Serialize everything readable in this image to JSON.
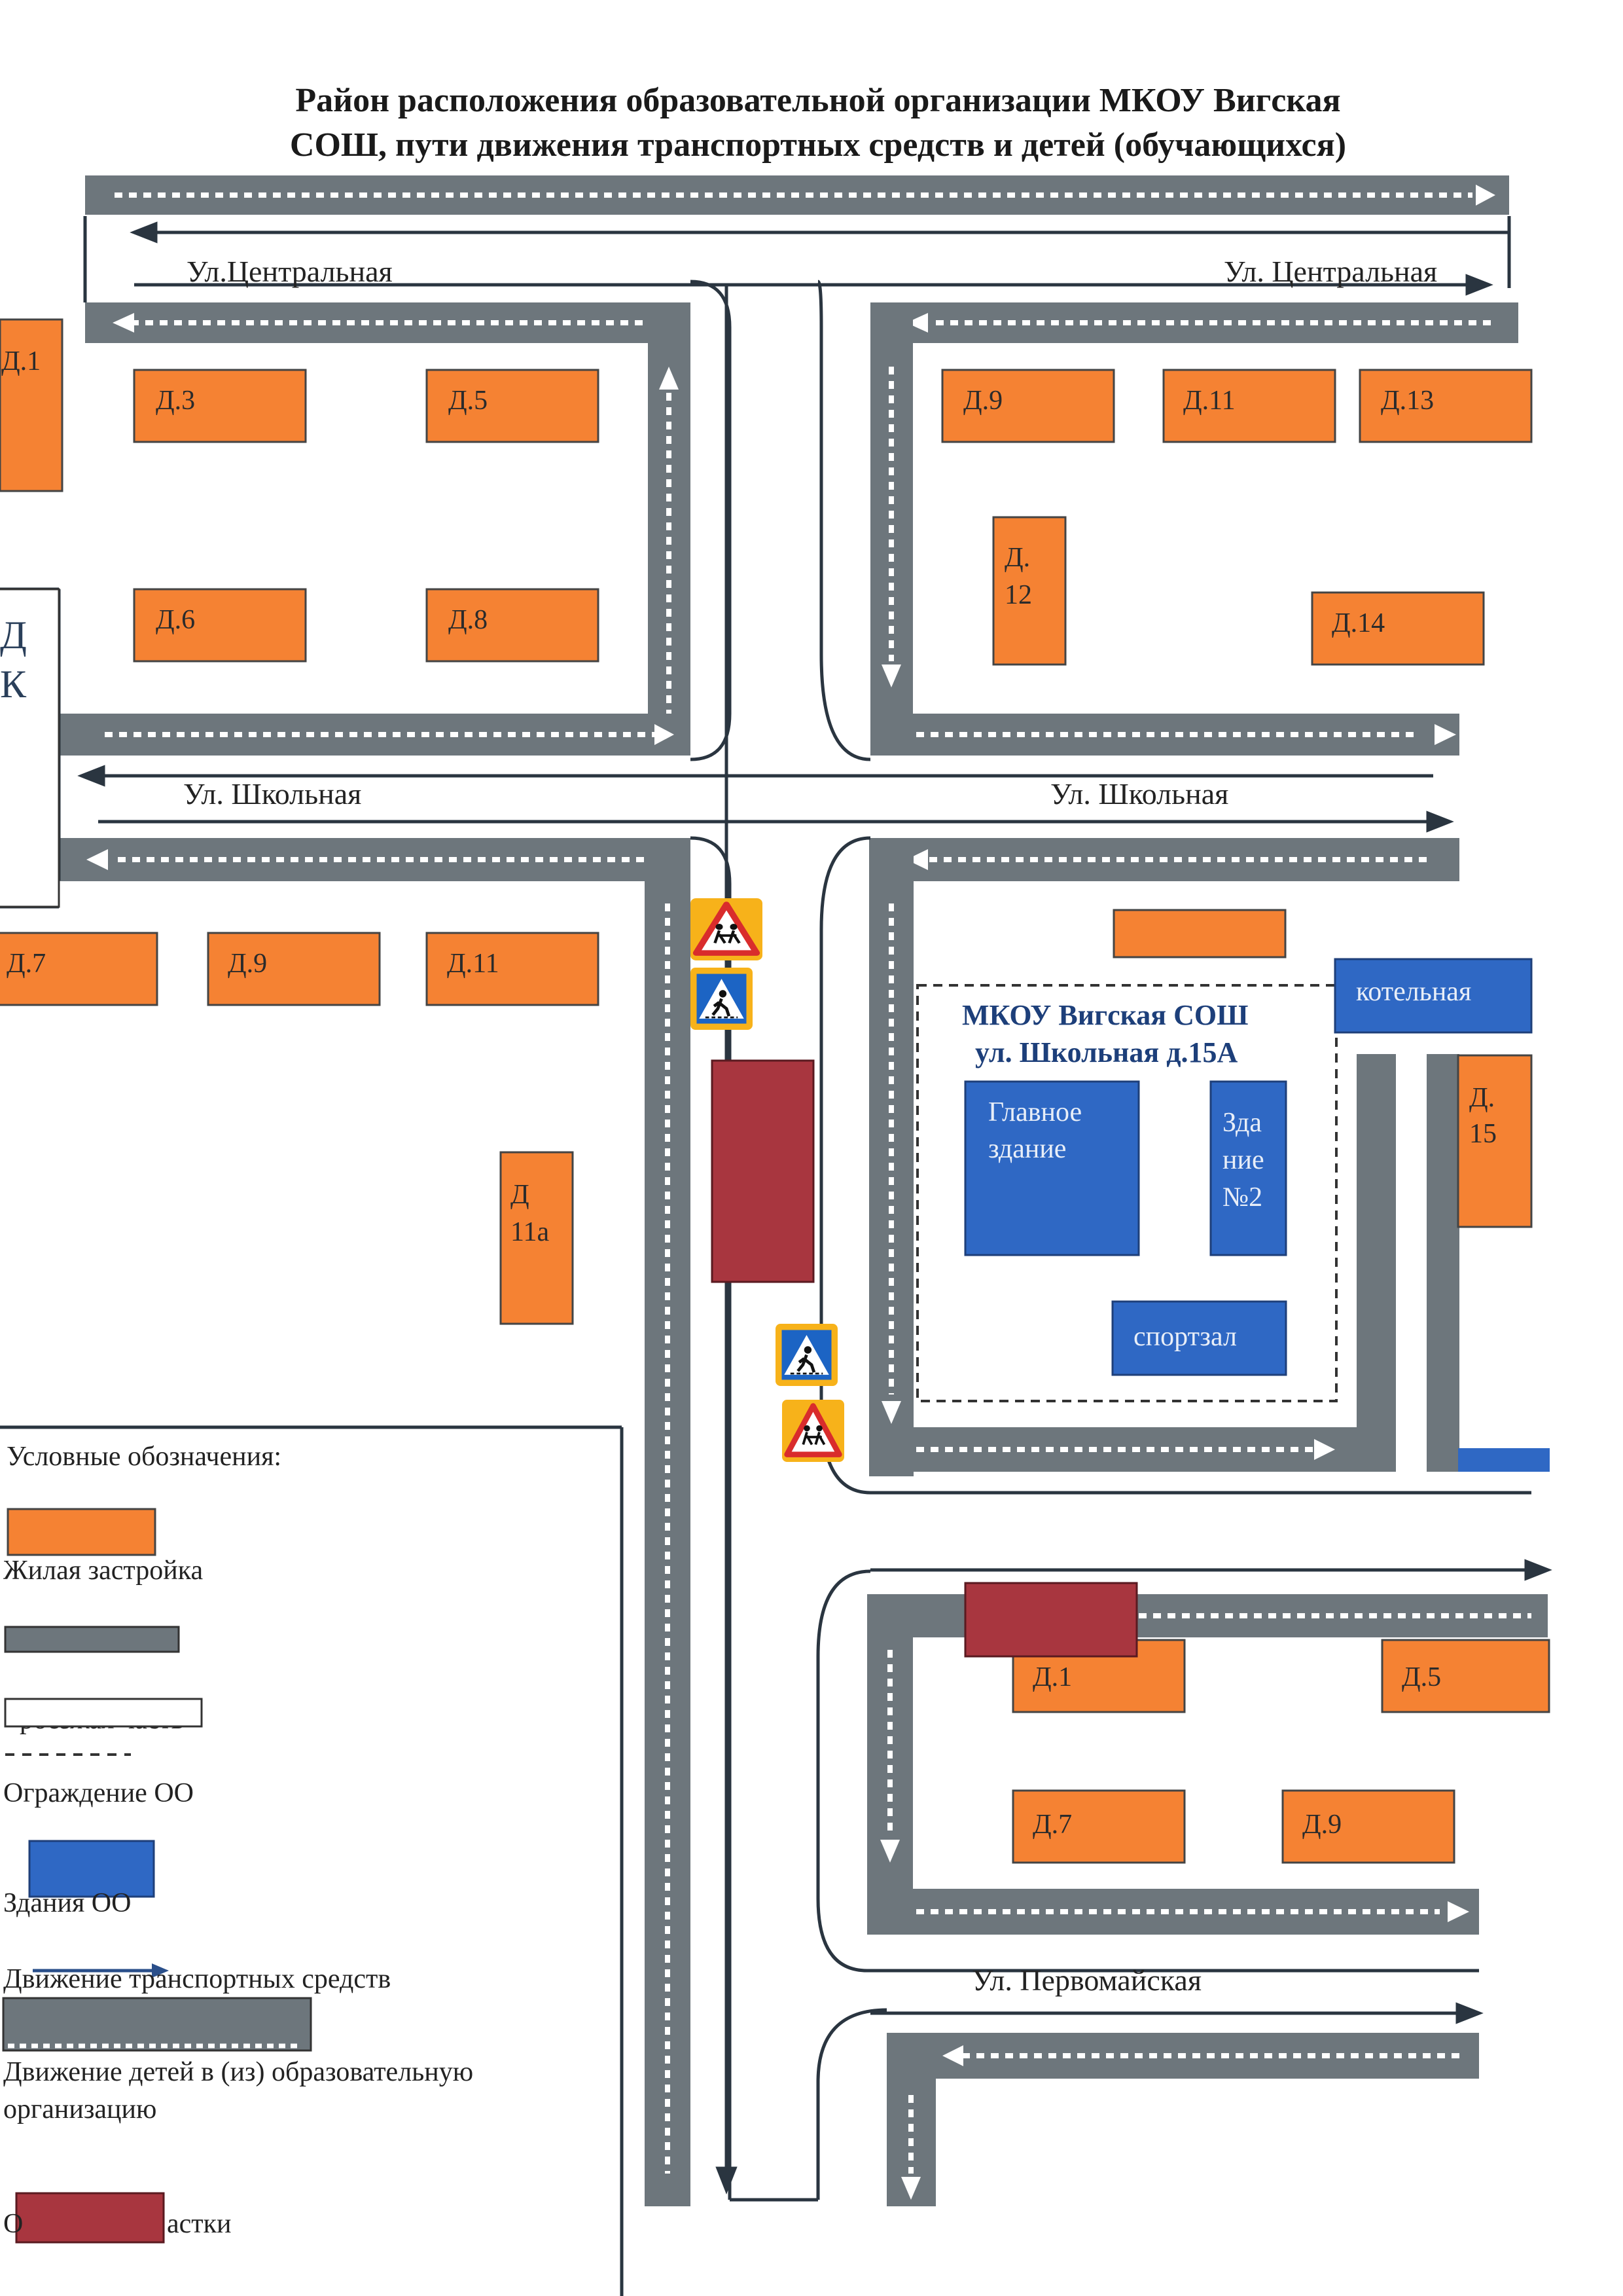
{
  "title": {
    "line1": "Район расположения образовательной организации МКОУ Вигская",
    "line2": "СОШ, пути движения транспортных средств и детей (обучающихся)"
  },
  "streets": {
    "central_left": "Ул.Центральная",
    "central_right": "Ул. Центральная",
    "school_left": "Ул. Школьная",
    "school_right": "Ул. Школьная",
    "pervomayskaya": "Ул. Первомайская"
  },
  "houses": {
    "d1_left": "Д.1",
    "d3": "Д.3",
    "d5_top": "Д.5",
    "d6": "Д.6",
    "d8": "Д.8",
    "dk_line1": "Д",
    "dk_line2": "К",
    "d9_top": "Д.9",
    "d11_top": "Д.11",
    "d13": "Д.13",
    "d12_line1": "Д.",
    "d12_line2": "12",
    "d14": "Д.14",
    "d7_mid": "Д.7",
    "d9_mid": "Д.9",
    "d11_mid": "Д.11",
    "d11a_line1": "Д",
    "d11a_line2": "11а",
    "d15_line1": "Д.",
    "d15_line2": "15",
    "d1_bottom": "Д.1",
    "d5_bottom": "Д.5",
    "d7_bottom": "Д.7",
    "d9_bottom": "Д.9"
  },
  "school": {
    "name_line1": "МКОУ Вигская СОШ",
    "name_line2": "ул. Школьная д.15А",
    "main_line1": "Главное",
    "main_line2": "здание",
    "b2_line1": "Зда",
    "b2_line2": "ние",
    "b2_line3": "№2",
    "gym": "спортзал",
    "boiler": "котельная"
  },
  "legend": {
    "title": "Условные обозначения:",
    "residential": "Жилая застройка",
    "roadway": "роезжая часть",
    "fence": "Ограждение ОО",
    "buildings": "Здания ОО",
    "traffic": "Движение транспортных средств",
    "children_line1": "Движение детей в (из) образовательную",
    "children_line2": "организацию",
    "stop_left": "О",
    "stop_right": "астки"
  },
  "colors": {
    "residential": "#f58233",
    "school_building": "#2f68c4",
    "sidewalk": "#6d767c",
    "bus_stop": "#a8363f",
    "road_line": "#2a3540",
    "fence": "#333333"
  },
  "icons": [
    "pedestrian-crossing-sign-icon",
    "children-warning-sign-icon"
  ]
}
